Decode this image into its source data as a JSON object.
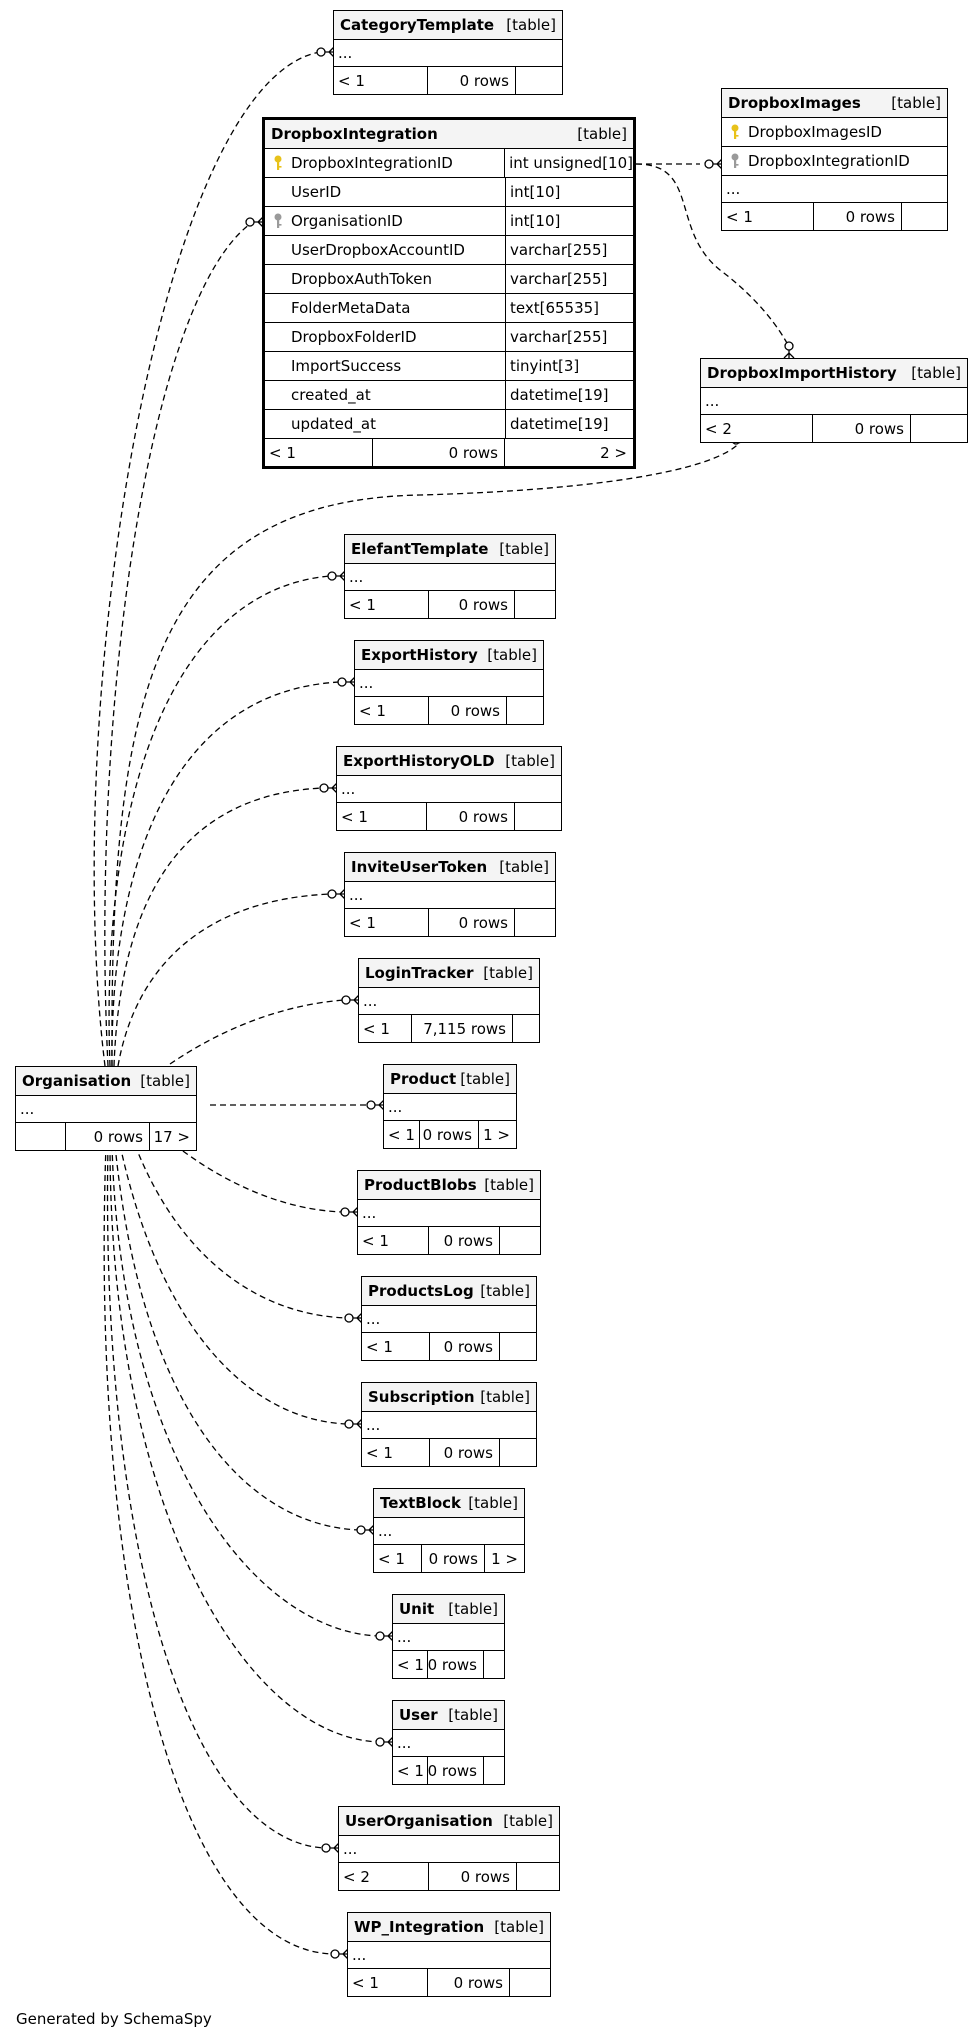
{
  "diagram": {
    "generated_by": "Generated by SchemaSpy",
    "tables": [
      {
        "id": "CategoryTemplate",
        "name": "CategoryTemplate",
        "tag": "[table]",
        "columns": [],
        "footer": [
          "< 1",
          "0 rows",
          ""
        ]
      },
      {
        "id": "DropboxIntegration",
        "name": "DropboxIntegration",
        "tag": "[table]",
        "columns": [
          {
            "name": "DropboxIntegrationID",
            "type": "int unsigned[10]",
            "key": "primary-key-icon"
          },
          {
            "name": "UserID",
            "type": "int[10]",
            "key": ""
          },
          {
            "name": "OrganisationID",
            "type": "int[10]",
            "key": "foreign-key-icon"
          },
          {
            "name": "UserDropboxAccountID",
            "type": "varchar[255]",
            "key": ""
          },
          {
            "name": "DropboxAuthToken",
            "type": "varchar[255]",
            "key": ""
          },
          {
            "name": "FolderMetaData",
            "type": "text[65535]",
            "key": ""
          },
          {
            "name": "DropboxFolderID",
            "type": "varchar[255]",
            "key": ""
          },
          {
            "name": "ImportSuccess",
            "type": "tinyint[3]",
            "key": ""
          },
          {
            "name": "created_at",
            "type": "datetime[19]",
            "key": ""
          },
          {
            "name": "updated_at",
            "type": "datetime[19]",
            "key": ""
          }
        ],
        "footer": [
          "< 1",
          "0 rows",
          "2 >"
        ]
      },
      {
        "id": "DropboxImages",
        "name": "DropboxImages",
        "tag": "[table]",
        "columns": [
          {
            "name": "DropboxImagesID",
            "type": "",
            "key": "primary-key-icon"
          },
          {
            "name": "DropboxIntegrationID",
            "type": "",
            "key": "foreign-key-icon"
          }
        ],
        "footer": [
          "< 1",
          "0 rows",
          ""
        ]
      },
      {
        "id": "DropboxImportHistory",
        "name": "DropboxImportHistory",
        "tag": "[table]",
        "columns": [],
        "footer": [
          "< 2",
          "0 rows",
          ""
        ]
      },
      {
        "id": "ElefantTemplate",
        "name": "ElefantTemplate",
        "tag": "[table]",
        "columns": [],
        "footer": [
          "< 1",
          "0 rows",
          ""
        ]
      },
      {
        "id": "ExportHistory",
        "name": "ExportHistory",
        "tag": "[table]",
        "columns": [],
        "footer": [
          "< 1",
          "0 rows",
          ""
        ]
      },
      {
        "id": "ExportHistoryOLD",
        "name": "ExportHistoryOLD",
        "tag": "[table]",
        "columns": [],
        "footer": [
          "< 1",
          "0 rows",
          ""
        ]
      },
      {
        "id": "InviteUserToken",
        "name": "InviteUserToken",
        "tag": "[table]",
        "columns": [],
        "footer": [
          "< 1",
          "0 rows",
          ""
        ]
      },
      {
        "id": "LoginTracker",
        "name": "LoginTracker",
        "tag": "[table]",
        "columns": [],
        "footer": [
          "< 1",
          "7,115 rows",
          ""
        ]
      },
      {
        "id": "Organisation",
        "name": "Organisation",
        "tag": "[table]",
        "columns": [],
        "footer": [
          "",
          "0 rows",
          "17 >"
        ]
      },
      {
        "id": "Product",
        "name": "Product",
        "tag": "[table]",
        "columns": [],
        "footer": [
          "< 1",
          "0 rows",
          "1 >"
        ]
      },
      {
        "id": "ProductBlobs",
        "name": "ProductBlobs",
        "tag": "[table]",
        "columns": [],
        "footer": [
          "< 1",
          "0 rows",
          ""
        ]
      },
      {
        "id": "ProductsLog",
        "name": "ProductsLog",
        "tag": "[table]",
        "columns": [],
        "footer": [
          "< 1",
          "0 rows",
          ""
        ]
      },
      {
        "id": "Subscription",
        "name": "Subscription",
        "tag": "[table]",
        "columns": [],
        "footer": [
          "< 1",
          "0 rows",
          ""
        ]
      },
      {
        "id": "TextBlock",
        "name": "TextBlock",
        "tag": "[table]",
        "columns": [],
        "footer": [
          "< 1",
          "0 rows",
          "1 >"
        ]
      },
      {
        "id": "Unit",
        "name": "Unit",
        "tag": "[table]",
        "columns": [],
        "footer": [
          "< 1",
          "0 rows",
          ""
        ]
      },
      {
        "id": "User",
        "name": "User",
        "tag": "[table]",
        "columns": [],
        "footer": [
          "< 1",
          "0 rows",
          ""
        ]
      },
      {
        "id": "UserOrganisation",
        "name": "UserOrganisation",
        "tag": "[table]",
        "columns": [],
        "footer": [
          "< 2",
          "0 rows",
          ""
        ]
      },
      {
        "id": "WP_Integration",
        "name": "WP_Integration",
        "tag": "[table]",
        "columns": [],
        "footer": [
          "< 1",
          "0 rows",
          ""
        ]
      }
    ],
    "ellipsis": "...",
    "key_colors": {
      "primary": "#e8c21a",
      "foreign": "#9a9a9a"
    }
  }
}
